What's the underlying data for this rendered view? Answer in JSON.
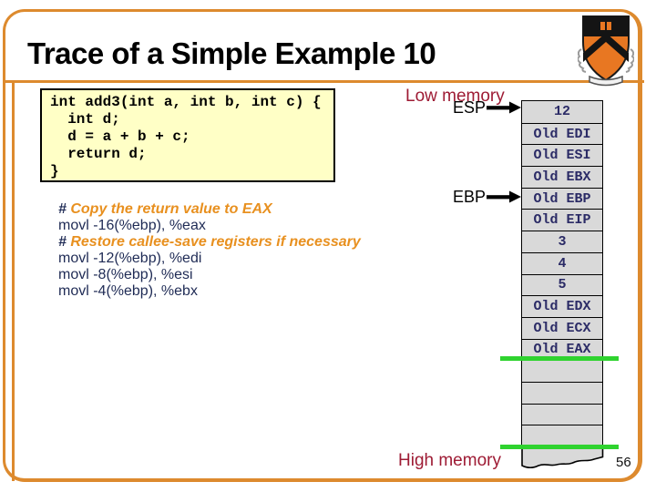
{
  "slide": {
    "title": "Trace of a Simple Example 10",
    "page_number": "56"
  },
  "logo": {
    "name": "princeton-shield-logo"
  },
  "code_box": {
    "lines": [
      "int add3(int a, int b, int c) {",
      "  int d;",
      "  d = a + b + c;",
      "  return d;",
      "}"
    ]
  },
  "assembly": {
    "lines": [
      {
        "kind": "comment",
        "hash": "#",
        "text": " Copy the return value to EAX"
      },
      {
        "kind": "code",
        "text": "movl -16(%ebp), %eax"
      },
      {
        "kind": "comment",
        "hash": "#",
        "text": " Restore callee-save registers if necessary"
      },
      {
        "kind": "code",
        "text": "movl -12(%ebp), %edi"
      },
      {
        "kind": "code",
        "text": "movl -8(%ebp), %esi"
      },
      {
        "kind": "code",
        "text": "movl -4(%ebp), %ebx"
      }
    ]
  },
  "memory": {
    "low_label": "Low memory",
    "high_label": "High memory",
    "esp_label": "ESP",
    "ebp_label": "EBP",
    "stack_cells": [
      {
        "label": "12",
        "kind": "number"
      },
      {
        "label": "Old EDI",
        "kind": "register"
      },
      {
        "label": "Old ESI",
        "kind": "register"
      },
      {
        "label": "Old EBX",
        "kind": "register"
      },
      {
        "label": "Old EBP",
        "kind": "register"
      },
      {
        "label": "Old EIP",
        "kind": "register"
      },
      {
        "label": "3",
        "kind": "number"
      },
      {
        "label": "4",
        "kind": "number"
      },
      {
        "label": "5",
        "kind": "number"
      },
      {
        "label": "Old EDX",
        "kind": "register"
      },
      {
        "label": "Old ECX",
        "kind": "register"
      },
      {
        "label": "Old EAX",
        "kind": "register"
      },
      {
        "label": "",
        "kind": "empty"
      },
      {
        "label": "",
        "kind": "empty"
      },
      {
        "label": "",
        "kind": "empty"
      },
      {
        "label": "",
        "kind": "empty"
      }
    ]
  },
  "colors": {
    "frame_orange": "#DD8A2E",
    "princeton_orange": "#E87722",
    "maroon": "#9E1B34",
    "asm_navy": "#1F2B55",
    "comment_orange": "#E8901F",
    "highlight_green": "#2FD32F",
    "cell_gray": "#D9D9D9",
    "code_bg": "#FFFFC6"
  }
}
